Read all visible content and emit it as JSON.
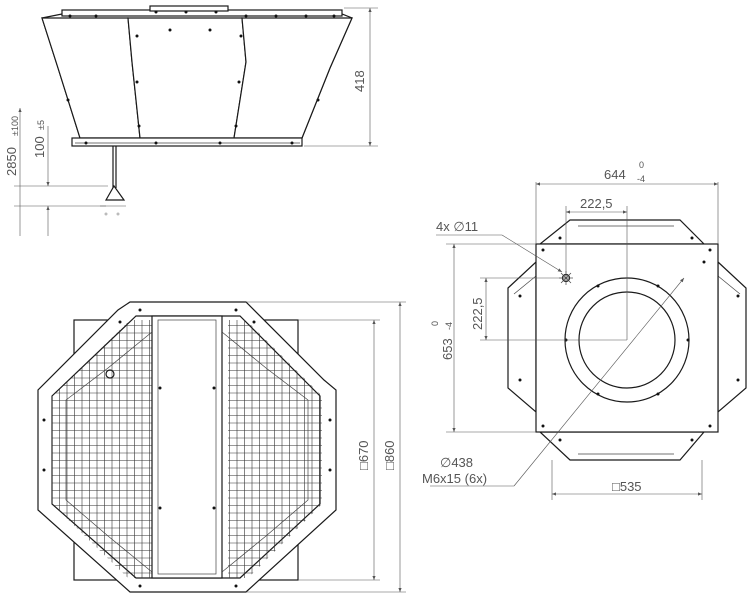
{
  "dimensions": {
    "side_height": "418",
    "install_height": "2850",
    "install_height_tol": "±100",
    "mount_offset": "100",
    "mount_offset_tol": "±5",
    "frame_width": "644",
    "frame_width_tol_upper": "0",
    "frame_width_tol_lower": "-4",
    "bolt_x": "222,5",
    "bolt_y": "222,5",
    "holes": "4x ∅11",
    "frame_height": "653",
    "frame_height_tol_upper": "0",
    "frame_height_tol_lower": "-4",
    "bore_diameter": "∅438",
    "screw_spec": "M6x15 (6x)",
    "base_square": "□535",
    "inner_square": "□670",
    "outer_square": "□860"
  }
}
